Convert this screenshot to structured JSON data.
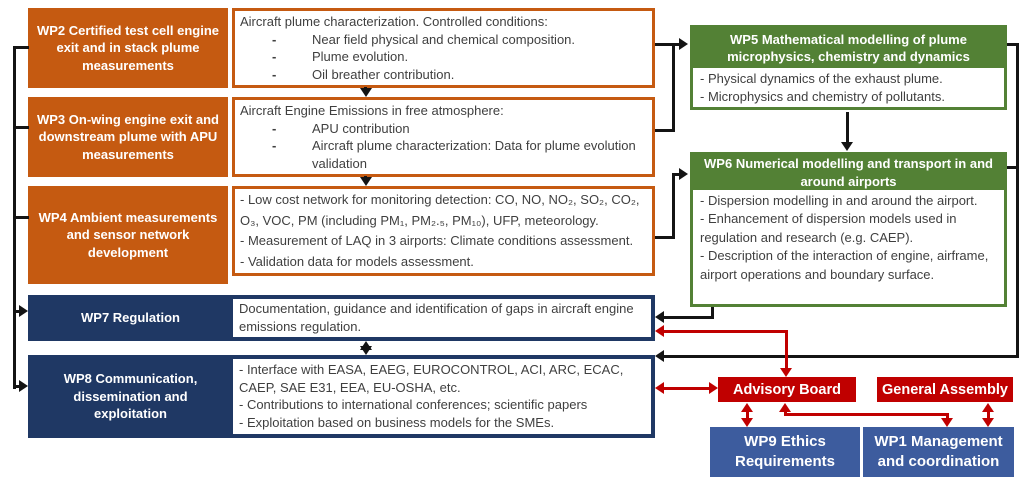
{
  "colors": {
    "orange": "#C55A11",
    "navy": "#1F3864",
    "green": "#538135",
    "red": "#C00000",
    "blue": "#3D5C9E",
    "line-black": "#141414",
    "text": "#3F3F3F"
  },
  "bullet_char": "-",
  "wp2": {
    "title": "WP2 Certified test cell engine exit and in stack plume measurements",
    "intro": "Aircraft plume characterization. Controlled conditions:",
    "bullets": [
      "Near field physical and chemical composition.",
      "Plume evolution.",
      "Oil breather contribution."
    ]
  },
  "wp3": {
    "title": "WP3 On-wing engine exit and downstream plume with APU measurements",
    "intro": "Aircraft Engine Emissions in free atmosphere:",
    "bullets": [
      "APU contribution",
      "Aircraft plume characterization: Data for plume evolution validation"
    ]
  },
  "wp4": {
    "title": "WP4 Ambient measurements and sensor network development",
    "lines": [
      "- Low cost network for monitoring detection: CO, NO, NO₂, SO₂, CO₂, O₃, VOC, PM (including PM₁, PM₂.₅, PM₁₀), UFP, meteorology.",
      "- Measurement of LAQ in 3 airports: Climate conditions assessment.",
      "- Validation data for models assessment."
    ]
  },
  "wp5": {
    "title": "WP5 Mathematical modelling of plume microphysics, chemistry and dynamics",
    "lines": [
      "- Physical dynamics of the exhaust plume.",
      "- Microphysics and chemistry of pollutants."
    ]
  },
  "wp6": {
    "title": "WP6 Numerical modelling and transport in and around airports",
    "lines": [
      "- Dispersion modelling in and around the airport.",
      "- Enhancement of dispersion models used in regulation and research (e.g. CAEP).",
      "- Description of the interaction of engine, airframe, airport operations and boundary surface."
    ]
  },
  "wp7": {
    "title": "WP7 Regulation",
    "desc": "Documentation, guidance and identification of gaps in aircraft engine emissions regulation."
  },
  "wp8": {
    "title": "WP8 Communication, dissemination and exploitation",
    "lines": [
      "- Interface with EASA, EAEG, EUROCONTROL, ACI, ARC, ECAC, CAEP, SAE E31, EEA, EU-OSHA, etc.",
      "- Contributions to international conferences; scientific papers",
      "- Exploitation based on business models for the SMEs."
    ]
  },
  "governance": {
    "advisory_board": "Advisory Board",
    "general_assembly": "General Assembly"
  },
  "wp9": {
    "title": "WP9 Ethics Requirements"
  },
  "wp1": {
    "title": "WP1 Management and coordination"
  }
}
